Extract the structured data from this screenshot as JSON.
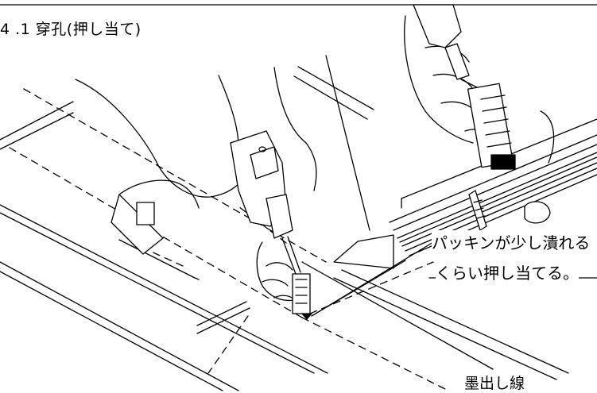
{
  "figure": {
    "title": "4 .1  穿孔(押し当て)",
    "note_line1": "パッキンが少し潰れる",
    "note_line2": "くらい押し当てる。",
    "bottom_label": "墨出し線"
  },
  "colors": {
    "ink": "#000000",
    "background": "#ffffff"
  }
}
